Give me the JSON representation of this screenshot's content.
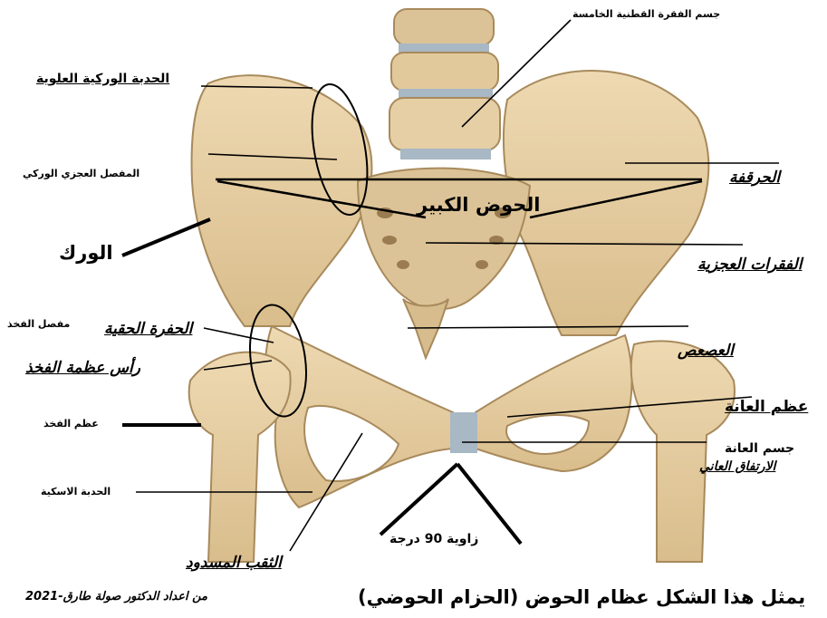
{
  "labels": {
    "l5_body": "جسم الفقرة القطنية الخامسة",
    "iliac_crest": "الحدبة الوركية العلوية",
    "sacroiliac_joint": "المفصل العجزي الوركي",
    "ilium": "الحرقفة",
    "greater_pelvis": "الحوض الكبير",
    "hip_bone": "الورك",
    "sacral_vertebrae": "الفقرات العجزية",
    "hip_joint": "مفصل الفخذ",
    "acetabulum": "الحفرة الحقية",
    "coccyx": "العصعص",
    "femoral_head": "رأس عظمة الفخذ",
    "pubis": "عظم العانة",
    "femur": "عظم الفخذ",
    "pubic_body": "جسم العانة",
    "pubic_symphysis": "الارتفاق العاني",
    "ischial_tuberosity": "الحدبة الاسكية",
    "angle": "زاوية 90 درجة",
    "obturator_foramen": "الثقب المسدود"
  },
  "caption": "يمثل هذا الشكل عظام  الحوض (الحزام الحوضي)",
  "credit": "من اعداد الدكتور صولة طارق-2021",
  "colors": {
    "background": "#ffffff",
    "bone": "#e6cfa4",
    "bone_shadow": "#b89a6c",
    "cartilage": "#a8b8c4",
    "line": "#000000"
  }
}
